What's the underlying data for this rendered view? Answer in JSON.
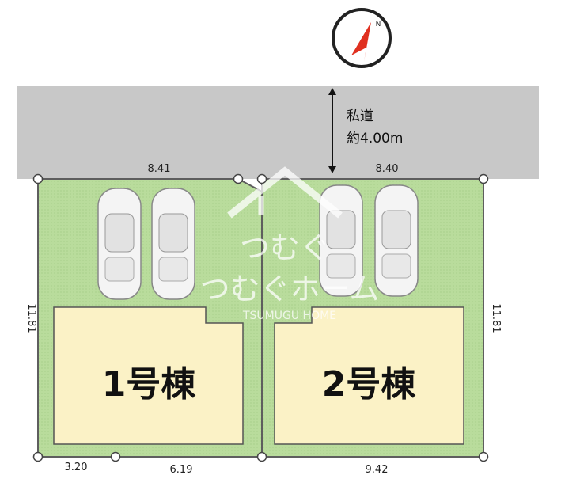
{
  "road": {
    "name": "私道",
    "width": "約4.00m"
  },
  "compass": {
    "north_label": "N",
    "icon": "compass-north-icon"
  },
  "dimensions": {
    "top_left": "8.41",
    "top_right": "8.40",
    "left": "11.81",
    "right": "11.81",
    "bottom_left_a": "3.20",
    "bottom_left_b": "6.19",
    "bottom_right": "9.42"
  },
  "buildings": {
    "building_1": "1号棟",
    "building_2": "2号棟"
  },
  "watermark": {
    "brand_jp_top": "つむぐ",
    "brand_jp_bottom": "つむぐホーム",
    "brand_en": "TSUMUGU HOME"
  },
  "colors": {
    "road": "#c8c8c8",
    "lot": "#b6d99a",
    "lot_border": "#6a6a6a",
    "building": "#fbf2c6",
    "compass_red": "#e03020"
  }
}
